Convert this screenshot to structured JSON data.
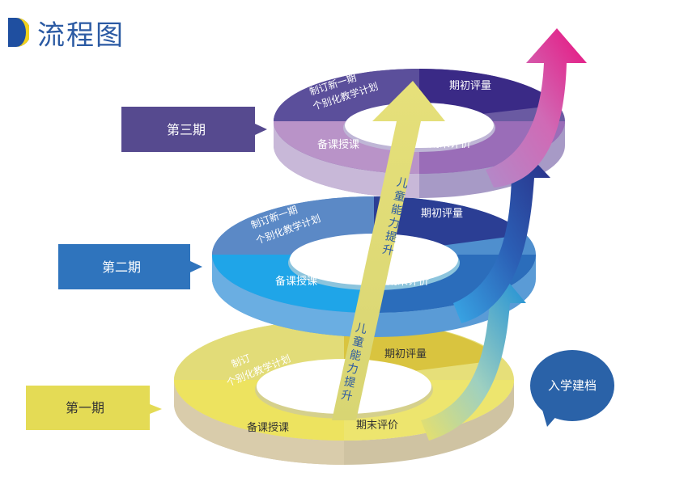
{
  "header": {
    "title": "流程图"
  },
  "colors": {
    "phase1": "#e4db55",
    "phase2": "#2f74bd",
    "phase3": "#564a8f",
    "arrow_magenta": "#e4148a",
    "start_bubble": "#2a62a8"
  },
  "phases": [
    {
      "tag": "第一期",
      "plan_line1": "制订",
      "plan_line2": "个别化教学计划",
      "assess_start": "期初评量",
      "teach": "备课授课",
      "assess_end": "期末评价"
    },
    {
      "tag": "第二期",
      "plan_line1": "制订新一期",
      "plan_line2": "个别化教学计划",
      "assess_start": "期初评量",
      "teach": "备课授课",
      "assess_end": "期末评价"
    },
    {
      "tag": "第三期",
      "plan_line1": "制订新一期",
      "plan_line2": "个别化教学计划",
      "assess_start": "期初评量",
      "teach": "备课授课",
      "assess_end": "期末评价"
    }
  ],
  "growth_arrow": {
    "label": "儿童能力提升"
  },
  "start_bubble": {
    "label": "入学建档"
  }
}
